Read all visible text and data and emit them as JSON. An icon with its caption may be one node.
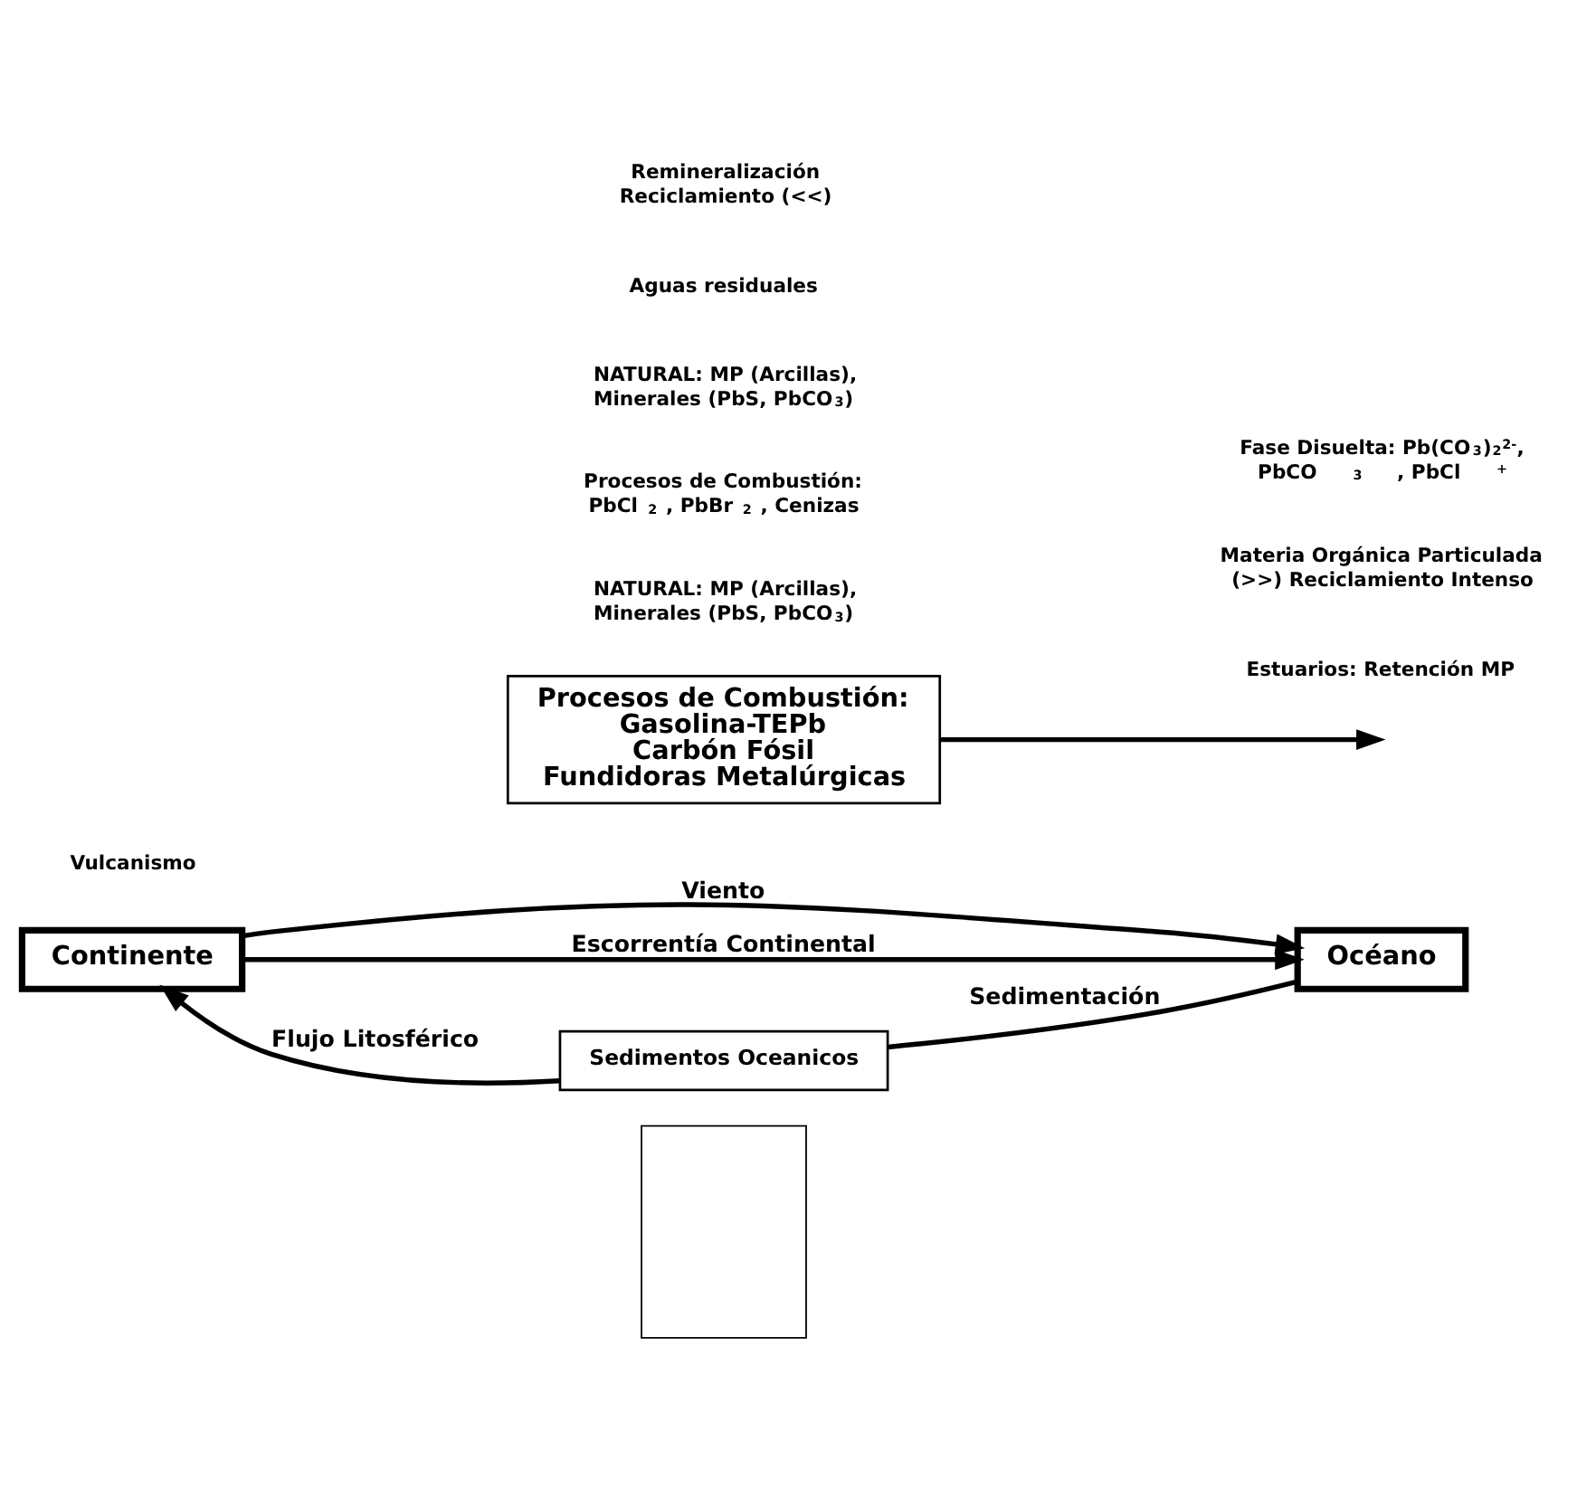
{
  "diagram": {
    "nodes": [
      {
        "text": [
          "Procesos de Combustión:",
          "Gasolina-TEPb",
          "Carbón Fósil",
          "Fundidoras Metalúrgicas"
        ]
      },
      {
        "text": [
          "Continente"
        ]
      },
      {
        "text": [
          "Océano"
        ]
      },
      {
        "text": [
          "Sedimentos Oceanicos"
        ]
      },
      {
        "text": [],
        "shape": "box"
      }
    ],
    "edges": [
      {
        "from": 0,
        "to": null,
        "arrow": "to"
      },
      {
        "from": 1,
        "to": 2,
        "arrow": "to",
        "label": "Viento"
      },
      {
        "from": 1,
        "to": 2,
        "arrow": "to",
        "label": "Escorrentía Continental"
      },
      {
        "from": 2,
        "to": 3,
        "arrow": "none",
        "label": "Sedimentación"
      },
      {
        "from": 3,
        "to": 1,
        "arrow": "to",
        "label": "Flujo Litosférico"
      }
    ],
    "labels": [
      "NATURAL: MP (Arcillas), Minerales (PbS, PbCO$_{3}$)",
      "Procesos de Combustión: PbCl$_{2}$, PbBr$_{2}$, Cenizas",
      "NATURAL: MP (Arcillas), Minerales (PbS, PbCO$_{3}$)",
      "Aguas residuales",
      "Estuarios: Retención MP",
      "Materia Orgánica Particulada (>>) Reciclamiento Intenso",
      "Vulcanismo",
      "Fase Disuelta: Pb(CO$_{3}$)$_{2}$$^{2-}$, PbCO$_{3}$, PbCl$^{+}$",
      "Remineralización Reciclamiento (<<)"
    ]
  }
}
